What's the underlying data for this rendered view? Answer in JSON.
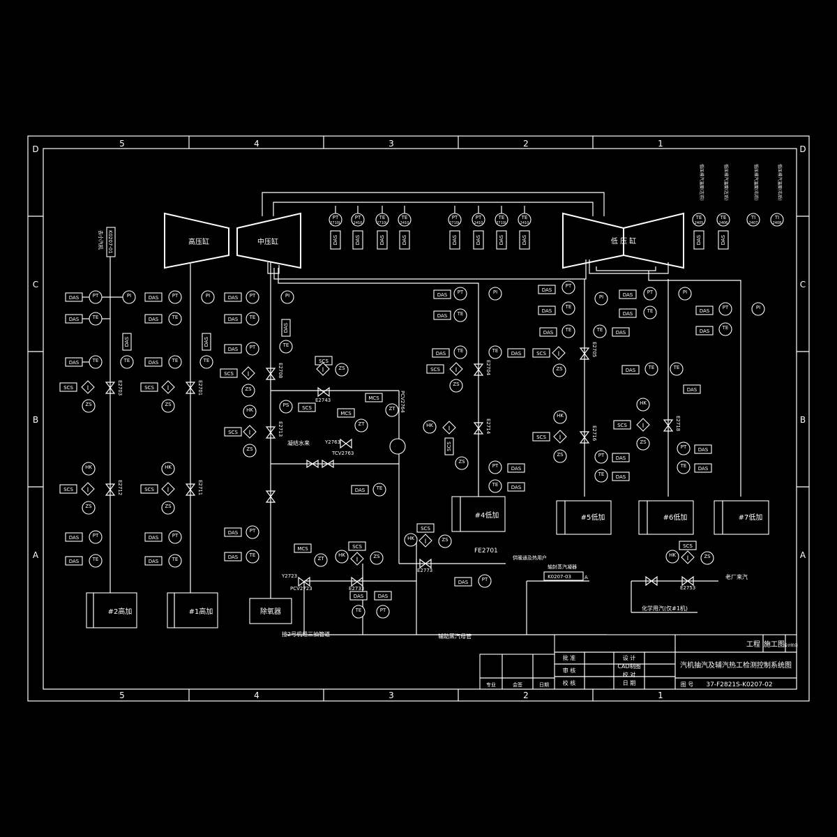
{
  "colors": {
    "background": "#000000",
    "lines": "#ffffff"
  },
  "border": {
    "columns": [
      "5",
      "4",
      "3",
      "2",
      "1"
    ],
    "rows": [
      "D",
      "C",
      "B",
      "A"
    ]
  },
  "turbines": {
    "hp": "高压缸",
    "ip": "中压缸",
    "lp": "低 压 缸"
  },
  "heaters": {
    "h2": "#2高加",
    "h1": "#1高加",
    "deaerator": "除氧器",
    "h4": "#4低加",
    "h5": "#5低加",
    "h6": "#6低加",
    "h7": "#7低加"
  },
  "top_instruments": [
    {
      "type": "PT",
      "tag": "2710L"
    },
    {
      "type": "PT",
      "tag": "2410"
    },
    {
      "type": "TE",
      "tag": "2710L"
    },
    {
      "type": "TE",
      "tag": "2410"
    },
    {
      "type": "PT",
      "tag": "2710L"
    },
    {
      "type": "PT",
      "tag": "2410"
    },
    {
      "type": "TE",
      "tag": "2710L"
    },
    {
      "type": "TE",
      "tag": "2410"
    }
  ],
  "right_top_instruments": [
    {
      "type": "TE",
      "tag": "2405",
      "label": "低压排汽温度(左前)"
    },
    {
      "type": "TE",
      "tag": "2406",
      "label": "低压排汽温度(左后)"
    },
    {
      "type": "TI",
      "tag": "2407",
      "label": "低压排汽温度(右前)"
    },
    {
      "type": "TI",
      "tag": "2408",
      "label": "低压排汽温度(右后)"
    }
  ],
  "labels": {
    "das": "DAS",
    "scs": "SCS",
    "mcs": "MCS",
    "i": "I",
    "hk": "HK",
    "zs": "ZS",
    "pt": "PT",
    "pi": "PI",
    "te": "TE",
    "ps": "PS",
    "zt": "ZT",
    "fe2701": "FE2701",
    "ref_k0207_01": "K0207-01",
    "ext_steam": "去小汽机",
    "cond_water": "凝结水来",
    "steam_user": "供暖通及热用户",
    "gland_cond": "轴封蒸汽凝器",
    "ref_k0207_03": "K0207-03",
    "ref_a": "A",
    "old_plant": "老厂来汽",
    "chem_use": "化学用汽(仅#1机)",
    "aux_header": "辅助蒸汽母管",
    "to_unit2": "接2号机组三抽管道"
  },
  "valves": {
    "v2703": "E2703",
    "v2701": "E2701",
    "v2712": "E2712",
    "v2711": "E2711",
    "v2708": "E2708",
    "v2713": "E2713",
    "v2743": "E2743",
    "tcv": "TCV2763",
    "y2763": "Y2763",
    "pcv2764": "PCV2764",
    "pcv2723": "PCV2723",
    "y2723": "Y2723",
    "v2733": "E2733",
    "v2773": "E2773",
    "v2704": "E2704",
    "v2714": "E2714",
    "v2705": "E2705",
    "v2716": "E2716",
    "v2718": "E2718",
    "v2753": "E2753"
  },
  "title_block": {
    "project": "工程",
    "stage": "施工图",
    "design_unit": "设计阶段",
    "title": "汽机抽汽及辅汽热工检测控制系统图",
    "drawing_no_label": "图 号",
    "drawing_no": "37-F2821S-K0207-02",
    "approve": "批 准",
    "review": "审 核",
    "check": "校 核",
    "design": "设 计",
    "cad": "CAD制图",
    "proof": "校 对",
    "date": "日 期",
    "major": "专业",
    "sign": "会签",
    "sig_date": "日期"
  }
}
